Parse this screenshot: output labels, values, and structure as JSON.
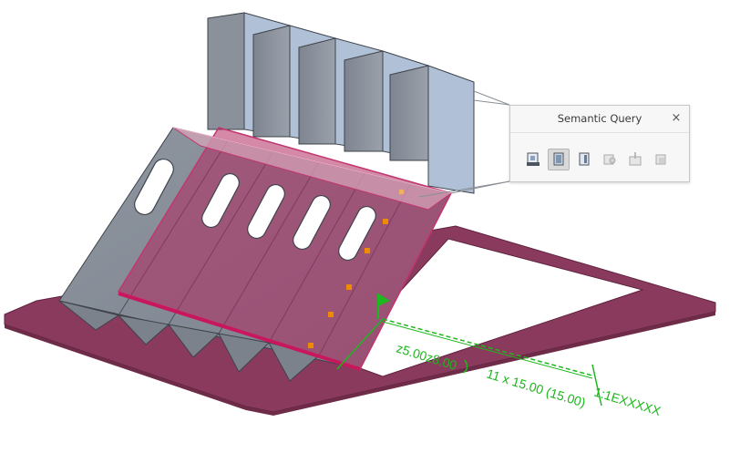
{
  "dialog": {
    "title": "Semantic Query",
    "close_label": "×",
    "tools": [
      {
        "icon": "query-part-icon",
        "active": false,
        "enabled": true
      },
      {
        "icon": "query-face-icon",
        "active": true,
        "enabled": true
      },
      {
        "icon": "query-edge-icon",
        "active": false,
        "enabled": true
      },
      {
        "icon": "query-surface-icon",
        "active": false,
        "enabled": false
      },
      {
        "icon": "query-point-icon",
        "active": false,
        "enabled": false
      },
      {
        "icon": "query-body-icon",
        "active": false,
        "enabled": false
      }
    ]
  },
  "annotations": {
    "weld_size": "z5.00z8.00",
    "weld_length": "11 x 15.00 (15.00)",
    "weld_ref": "1:1EXXXXX"
  },
  "colors": {
    "plate_gray": "#8e959f",
    "selection_magenta": "#a8315f",
    "base_frame": "#8a3a5d",
    "annotation_green": "#1db81d",
    "weld_marker_orange": "#f08a00"
  }
}
